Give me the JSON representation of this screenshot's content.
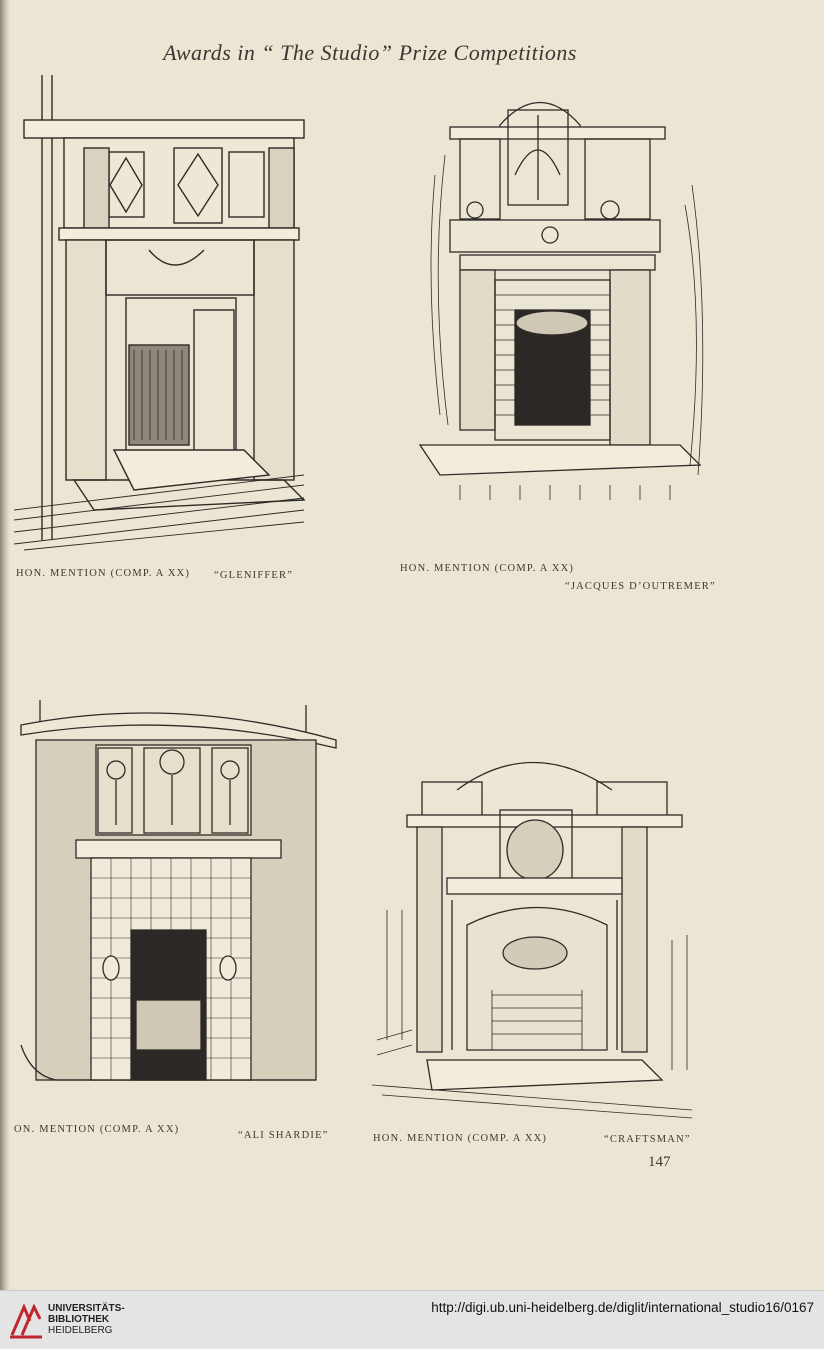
{
  "header": {
    "running_head": "Awards in “ The Studio” Prize Competitions"
  },
  "plates": [
    {
      "id": "gleniffer",
      "caption_left": "Hon. mention (comp. a xx)",
      "caption_right": "“Gleniffer”",
      "illustration": "fireplace-illustration"
    },
    {
      "id": "jacques",
      "caption_left": "Hon. mention (comp. a xx)",
      "caption_right": "“Jacques d’Outremer”",
      "illustration": "fireplace-illustration"
    },
    {
      "id": "ali",
      "caption_left": "on. mention (comp. a xx)",
      "caption_right": "“Ali Shardie”",
      "illustration": "fireplace-illustration"
    },
    {
      "id": "craftsman",
      "caption_left": "Hon. mention (comp. a xx)",
      "caption_right": "“Craftsman”",
      "illustration": "fireplace-illustration"
    }
  ],
  "folio": "147",
  "footer": {
    "institution_line1": "UNIVERSITÄTS-",
    "institution_line2": "BIBLIOTHEK",
    "institution_line3": "HEIDELBERG",
    "url": "http://digi.ub.uni-heidelberg.de/diglit/international_studio16/0167"
  },
  "colors": {
    "paper": "#ebe5d4",
    "ink": "#3b3833",
    "logo_red": "#c0262d"
  }
}
